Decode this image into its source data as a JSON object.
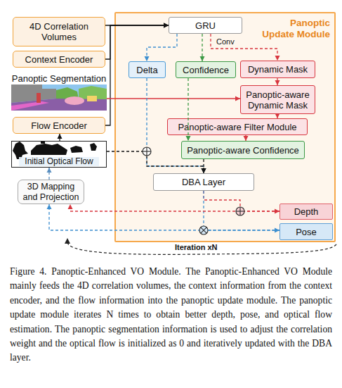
{
  "diagram": {
    "caption": "Figure 4. Panoptic-Enhanced VO Module. The Panoptic-Enhanced VO Module mainly feeds the 4D correlation volumes, the context information from the context encoder, and the flow information into the panoptic update module. The panoptic update module iterates N times to obtain better depth, pose, and optical flow estimation. The panoptic segmentation information is used to adjust the correlation weight and the optical flow is initialized as 0 and iteratively updated with the DBA layer.",
    "nodes": [
      {
        "text": [
          "4D Correlation Volumes"
        ]
      },
      {
        "text": [
          "Panoptic Update Module"
        ]
      },
      {
        "text": [
          "GRU"
        ],
        "in": 1
      },
      {
        "text": [
          "Context Encoder"
        ]
      },
      {
        "text": [
          "Delta"
        ],
        "in": 1
      },
      {
        "text": [
          "Confidence"
        ],
        "in": 1
      },
      {
        "text": [
          "Dynamic Mask"
        ],
        "in": 1
      },
      {
        "text": [
          "Panoptic Segmentation"
        ]
      },
      {
        "text": [
          "Panoptic-aware Dynamic Mask"
        ],
        "in": 1
      },
      {
        "text": [
          "Flow Encoder"
        ]
      },
      {
        "text": [
          "Panoptic-aware Filter Module"
        ],
        "in": 1
      },
      {
        "text": [
          "Initial Optical Flow"
        ]
      },
      {
        "text": [
          "Panoptic-aware Confidence"
        ],
        "in": 1
      },
      {
        "text": [
          "3D Mapping and Projection"
        ]
      },
      {
        "text": [
          "DBA Layer"
        ],
        "in": 1
      },
      {
        "text": [
          "Depth"
        ],
        "in": 1
      },
      {
        "text": [
          "Pose"
        ],
        "in": 1
      }
    ],
    "edges": [
      {
        "from": 0,
        "to": 2,
        "arrow": "to"
      },
      {
        "from": 3,
        "to": 2,
        "arrow": "to"
      },
      {
        "from": 9,
        "to": 2,
        "arrow": "to"
      },
      {
        "from": 2,
        "to": 4,
        "arrow": "to"
      },
      {
        "from": 2,
        "to": 5,
        "arrow": "to"
      },
      {
        "from": 2,
        "to": 6,
        "arrow": "to"
      },
      {
        "from": 6,
        "to": 8,
        "arrow": "to"
      },
      {
        "from": 7,
        "to": 8,
        "arrow": "to"
      },
      {
        "from": 8,
        "to": 10,
        "arrow": "to"
      },
      {
        "from": 5,
        "to": 12,
        "arrow": "to"
      },
      {
        "from": 10,
        "to": 12,
        "arrow": "to"
      },
      {
        "from": 4,
        "to": 14,
        "arrow": "to"
      },
      {
        "from": 11,
        "to": 14,
        "arrow": "to"
      },
      {
        "from": 12,
        "to": 14,
        "arrow": "to"
      },
      {
        "from": 11,
        "to": 9,
        "arrow": "to"
      },
      {
        "from": 14,
        "to": 15,
        "arrow": "to"
      },
      {
        "from": 14,
        "to": 16,
        "arrow": "to"
      },
      {
        "from": 15,
        "to": 13,
        "arrow": "to"
      },
      {
        "from": 16,
        "to": 13,
        "arrow": "to"
      },
      {
        "from": 13,
        "to": 11,
        "arrow": "to"
      }
    ],
    "labels": [
      "Conv",
      "Iteration xN"
    ]
  }
}
